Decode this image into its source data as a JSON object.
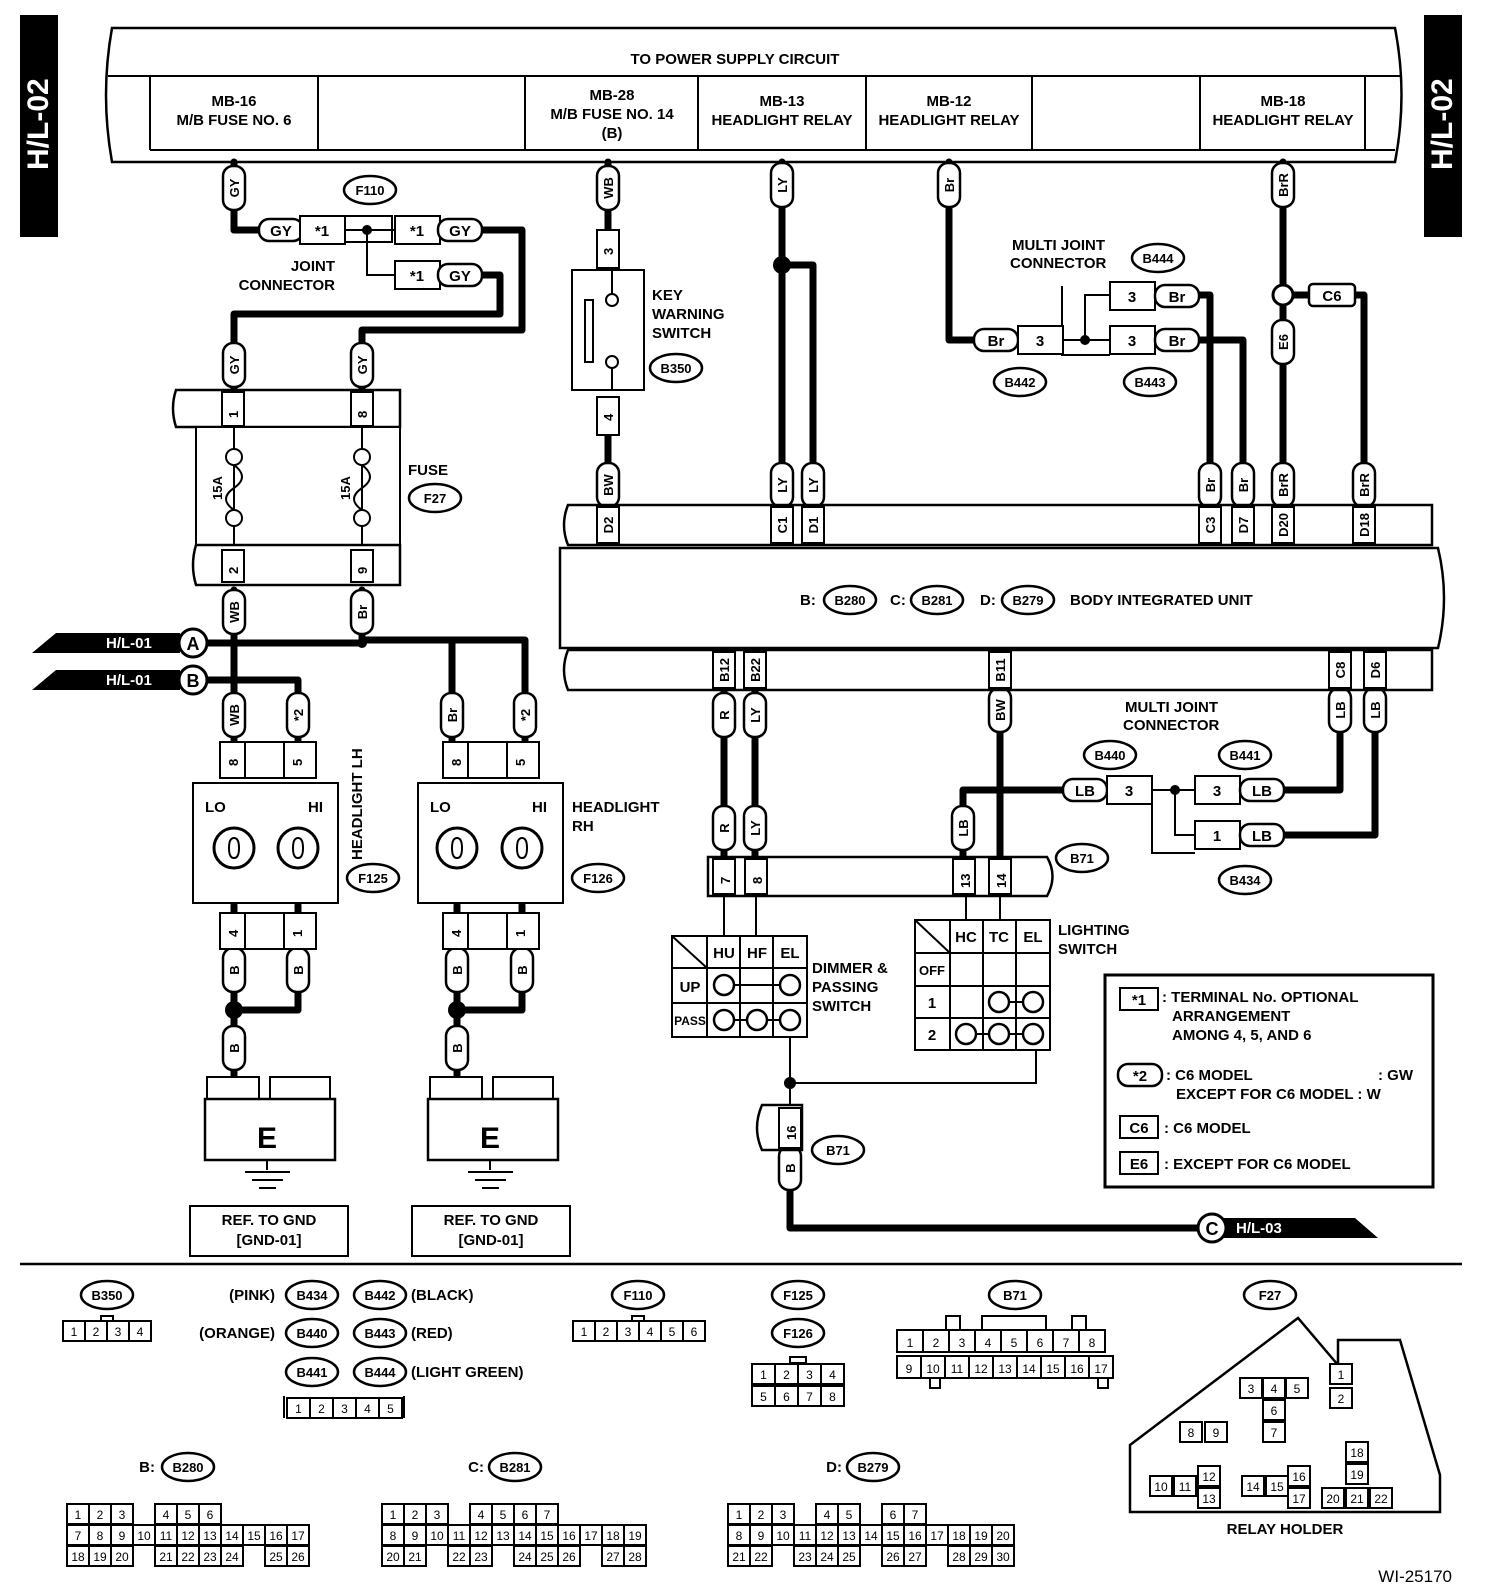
{
  "page_tags": {
    "left": "H/L-02",
    "right": "H/L-02"
  },
  "figure_id": "WI-25170",
  "power_supply": {
    "title": "TO POWER SUPPLY CIRCUIT",
    "cells": [
      {
        "line1": "MB-16",
        "line2": "M/B FUSE NO. 6",
        "line3": ""
      },
      {
        "line1": "MB-28",
        "line2": "M/B FUSE NO. 14",
        "line3": "(B)"
      },
      {
        "line1": "MB-13",
        "line2": "HEADLIGHT RELAY",
        "line3": ""
      },
      {
        "line1": "MB-12",
        "line2": "HEADLIGHT RELAY",
        "line3": ""
      },
      {
        "line1": "MB-18",
        "line2": "HEADLIGHT RELAY",
        "line3": ""
      }
    ]
  },
  "wire_colors": [
    "GY",
    "WB",
    "LY",
    "Br",
    "BrR",
    "E6",
    "C6",
    "BW",
    "R",
    "LB",
    "B",
    "*2",
    "GY"
  ],
  "components": {
    "joint_connector": {
      "name_l1": "JOINT",
      "name_l2": "CONNECTOR",
      "code": "F110",
      "star": "*1",
      "color": "GY"
    },
    "fuse": {
      "name": "FUSE",
      "code": "F27",
      "rating": "15A",
      "pins": [
        "1",
        "8",
        "2",
        "9"
      ]
    },
    "key_switch": {
      "l1": "KEY",
      "l2": "WARNING",
      "l3": "SWITCH",
      "code": "B350",
      "pins": [
        "3",
        "4"
      ]
    },
    "mj_top": {
      "l1": "MULTI JOINT",
      "l2": "CONNECTOR",
      "codes": [
        "B444",
        "B442",
        "B443"
      ],
      "pin": "3"
    },
    "biu": {
      "name": "BODY INTEGRATED UNIT",
      "prefixes": [
        "B:",
        "C:",
        "D:"
      ],
      "codes": [
        "B280",
        "B281",
        "B279"
      ],
      "top_pins": [
        "D2",
        "C1",
        "D1",
        "C3",
        "D7",
        "D20",
        "D18"
      ],
      "bottom_pins": [
        "B12",
        "B22",
        "B11",
        "C8",
        "D6"
      ]
    },
    "mj_bot": {
      "l1": "MULTI JOINT",
      "l2": "CONNECTOR",
      "codes": [
        "B440",
        "B441",
        "B434"
      ],
      "pins": [
        "3",
        "3",
        "1"
      ]
    },
    "hl_lh": {
      "name": "HEADLIGHT LH",
      "code": "F125",
      "lo": "LO",
      "hi": "HI",
      "pins_top": [
        "8",
        "5"
      ],
      "pins_bot": [
        "4",
        "1"
      ]
    },
    "hl_rh": {
      "l1": "HEADLIGHT",
      "l2": "RH",
      "code": "F126",
      "lo": "LO",
      "hi": "HI",
      "pins_top": [
        "8",
        "5"
      ],
      "pins_bot": [
        "4",
        "1"
      ]
    },
    "b71": {
      "code": "B71",
      "pins": [
        "7",
        "8",
        "13",
        "14",
        "16"
      ]
    },
    "dimmer": {
      "l1": "DIMMER &",
      "l2": "PASSING",
      "l3": "SWITCH",
      "cols": [
        "HU",
        "HF",
        "EL"
      ],
      "rows": [
        "UP",
        "PASS"
      ]
    },
    "lighting": {
      "l1": "LIGHTING",
      "l2": "SWITCH",
      "cols": [
        "HC",
        "TC",
        "EL"
      ],
      "rows": [
        "OFF",
        "1",
        "2"
      ]
    },
    "ground": {
      "letter": "E",
      "ref_l1": "REF. TO GND",
      "ref_l2": "[GND-01]"
    }
  },
  "connectors_to_other_pages": [
    {
      "letter": "A",
      "page": "H/L-01"
    },
    {
      "letter": "B",
      "page": "H/L-01"
    },
    {
      "letter": "C",
      "page": "H/L-03"
    }
  ],
  "legend": [
    {
      "key": "*1",
      "text": ": TERMINAL No. OPTIONAL",
      "text2": "ARRANGEMENT",
      "text3": "AMONG 4, 5, AND 6"
    },
    {
      "key": "*2",
      "text": ": C6 MODEL",
      "val1": ": GW",
      "text2": "EXCEPT FOR C6 MODEL : W"
    },
    {
      "key": "C6",
      "text": ": C6 MODEL"
    },
    {
      "key": "E6",
      "text": ": EXCEPT FOR C6 MODEL"
    }
  ],
  "connector_views": {
    "b350": {
      "code": "B350",
      "pins": [
        "1",
        "2",
        "3",
        "4"
      ]
    },
    "group": {
      "codes": [
        "B434",
        "B442",
        "B440",
        "B443",
        "B441",
        "B444"
      ],
      "colors": [
        "(PINK)",
        "(BLACK)",
        "(ORANGE)",
        "(RED)",
        "(LIGHT GREEN)"
      ],
      "pins": [
        "1",
        "2",
        "3",
        "4",
        "5"
      ]
    },
    "f110": {
      "code": "F110",
      "pins": [
        "1",
        "2",
        "3",
        "4",
        "5",
        "6"
      ]
    },
    "f125": {
      "codes": [
        "F125",
        "F126"
      ],
      "row1": [
        "1",
        "2",
        "3",
        "4"
      ],
      "row2": [
        "5",
        "6",
        "7",
        "8"
      ]
    },
    "b71": {
      "code": "B71",
      "row1": [
        "1",
        "2",
        "3",
        "4",
        "5",
        "6",
        "7",
        "8"
      ],
      "row2": [
        "9",
        "10",
        "11",
        "12",
        "13",
        "14",
        "15",
        "16",
        "17"
      ]
    },
    "f27": {
      "code": "F27",
      "title": "RELAY HOLDER",
      "pins": [
        "1",
        "2",
        "3",
        "4",
        "5",
        "6",
        "7",
        "8",
        "9",
        "10",
        "11",
        "12",
        "13",
        "14",
        "15",
        "16",
        "17",
        "18",
        "19",
        "20",
        "21",
        "22"
      ]
    },
    "b280": {
      "prefix": "B:",
      "code": "B280",
      "r1": [
        "1",
        "2",
        "3",
        "",
        "4",
        "5",
        "6"
      ],
      "r2": [
        "7",
        "8",
        "9",
        "10",
        "11",
        "12",
        "13",
        "14",
        "15",
        "16",
        "17"
      ],
      "r3": [
        "18",
        "19",
        "20",
        "",
        "21",
        "22",
        "23",
        "24",
        "",
        "25",
        "26"
      ]
    },
    "b281": {
      "prefix": "C:",
      "code": "B281",
      "r1": [
        "1",
        "2",
        "3",
        "",
        "4",
        "5",
        "6",
        "7"
      ],
      "r2": [
        "8",
        "9",
        "10",
        "11",
        "12",
        "13",
        "14",
        "15",
        "16",
        "17",
        "18",
        "19"
      ],
      "r3": [
        "20",
        "21",
        "",
        "22",
        "23",
        "",
        "24",
        "25",
        "26",
        "",
        "27",
        "28"
      ]
    },
    "b279": {
      "prefix": "D:",
      "code": "B279",
      "r1": [
        "1",
        "2",
        "3",
        "",
        "4",
        "5",
        "",
        "6",
        "7"
      ],
      "r2": [
        "8",
        "9",
        "10",
        "11",
        "12",
        "13",
        "14",
        "15",
        "16",
        "17",
        "18",
        "19",
        "20"
      ],
      "r3": [
        "21",
        "22",
        "",
        "23",
        "24",
        "25",
        "",
        "26",
        "27",
        "",
        "28",
        "29",
        "30"
      ]
    }
  }
}
